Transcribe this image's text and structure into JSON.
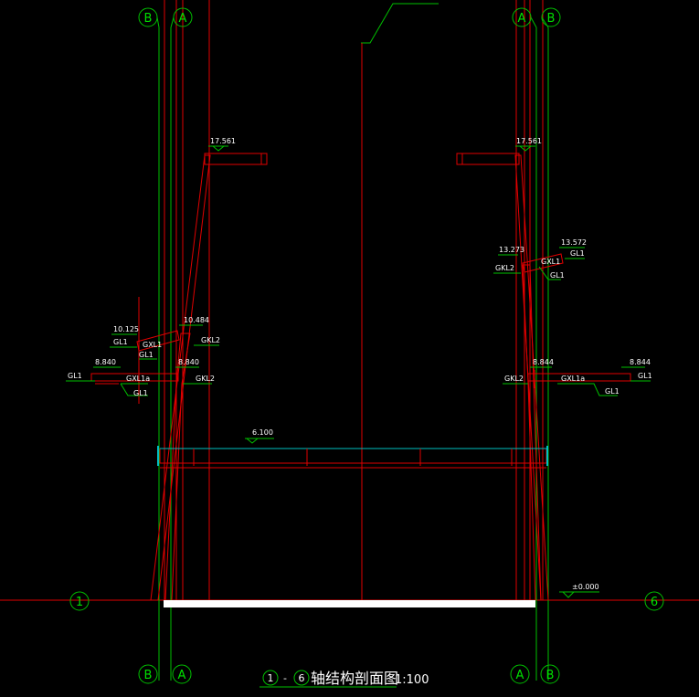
{
  "grid_labels": {
    "B": "B",
    "A": "A",
    "axis_1": "1",
    "axis_6": "6"
  },
  "elevations": {
    "top_left": "17.561",
    "top_right": "17.561",
    "right_upper_a": "13.273",
    "right_upper_b": "13.572",
    "left_mid_a": "10.125",
    "left_mid_b": "10.484",
    "left_low_a": "8.840",
    "left_low_b": "8.840",
    "right_low_a": "8.844",
    "right_low_b": "8.844",
    "bridge": "6.100",
    "ground": "±0.000"
  },
  "members": {
    "gl1": "GL1",
    "gxl1": "GXL1",
    "gxl1a": "GXL1a",
    "gkl2": "GKL2"
  },
  "title": {
    "num_1": "1",
    "sep": "-",
    "num_6": "6",
    "text": "轴结构剖面图",
    "scale": "1:100"
  },
  "colors": {
    "grid": "#00c000",
    "structure": "#e00000",
    "text": "#ffffff",
    "bridge": "#00c0c0",
    "background": "#000000"
  }
}
